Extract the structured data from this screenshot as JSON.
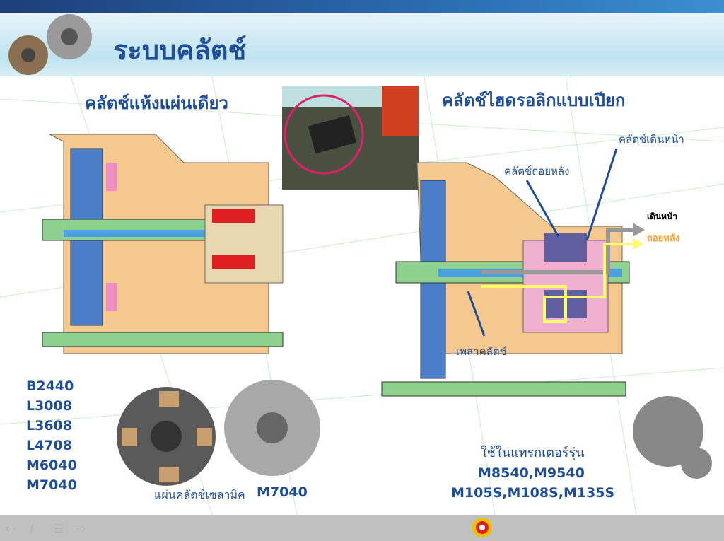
{
  "slide": {
    "title": "ระบบคลัตช์",
    "left_section": {
      "heading": "คลัตช์แห้งแผ่นเดียว",
      "models": [
        "B2440",
        "L3008",
        "L3608",
        "L4708",
        "M6040",
        "M7040"
      ],
      "disc_caption": "แผ่นคลัตช์เซลามิค",
      "cover_caption": "M7040"
    },
    "right_section": {
      "heading": "คลัตช์ไฮดรอลิกแบบเปียก",
      "labels": {
        "forward_clutch": "คลัตช์เดินหน้า",
        "reverse_clutch": "คลัตช์ถ่อยหลัง",
        "clutch_shaft": "เพลาคลัตช์",
        "forward_arrow": "เดินหน้า",
        "reverse_arrow": "ถอยหลัง"
      },
      "used_in": "ใช้ในแทรกเตอร์รุ่น",
      "models_line1": "M8540,M9540",
      "models_line2": "M105S,M108S,M135S"
    }
  },
  "colors": {
    "title": "#1f4e96",
    "forward": "#888888",
    "reverse": "#f5a030",
    "reverse_path": "#ffff66"
  }
}
